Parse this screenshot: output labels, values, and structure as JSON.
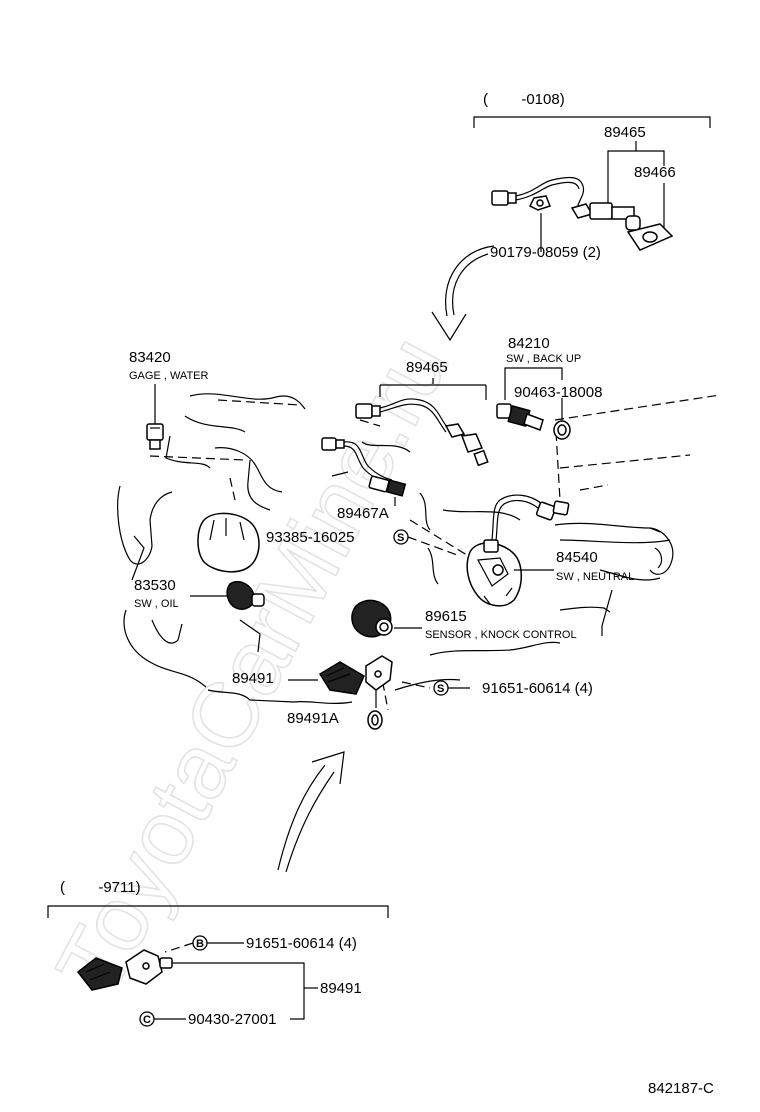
{
  "watermark": "ToyotaCarMine.ru",
  "diagram_code": "842187-C",
  "top_section": {
    "range": "(        -0108)",
    "parts": [
      {
        "no": "89465"
      },
      {
        "no": "89466"
      },
      {
        "no": "90179-08059 (2)"
      }
    ]
  },
  "bottom_section": {
    "range": "(        -9711)",
    "parts": [
      {
        "no": "91651-60614 (4)",
        "circle": "B"
      },
      {
        "no": "89491"
      },
      {
        "no": "90430-27001",
        "circle": "C"
      }
    ]
  },
  "main_parts": [
    {
      "key": "gage_water",
      "no": "83420",
      "desc": "GAGE , WATER"
    },
    {
      "key": "o2_sensor",
      "no": "89465"
    },
    {
      "key": "backup_sw",
      "no": "84210",
      "desc": "SW , BACK UP"
    },
    {
      "key": "gasket_backup",
      "no": "90463-18008"
    },
    {
      "key": "o2_sensor_a",
      "no": "89467A"
    },
    {
      "key": "bolt_9338",
      "no": "93385-16025",
      "circle": "S"
    },
    {
      "key": "neutral_sw",
      "no": "84540",
      "desc": "SW , NEUTRAL"
    },
    {
      "key": "oil_sw",
      "no": "83530",
      "desc": "SW , OIL"
    },
    {
      "key": "knock_sensor",
      "no": "89615",
      "desc": "SENSOR , KNOCK CONTROL"
    },
    {
      "key": "sensor_89491",
      "no": "89491"
    },
    {
      "key": "bolt_91651",
      "no": "91651-60614 (4)",
      "circle": "S"
    },
    {
      "key": "sensor_89491a",
      "no": "89491A"
    }
  ]
}
